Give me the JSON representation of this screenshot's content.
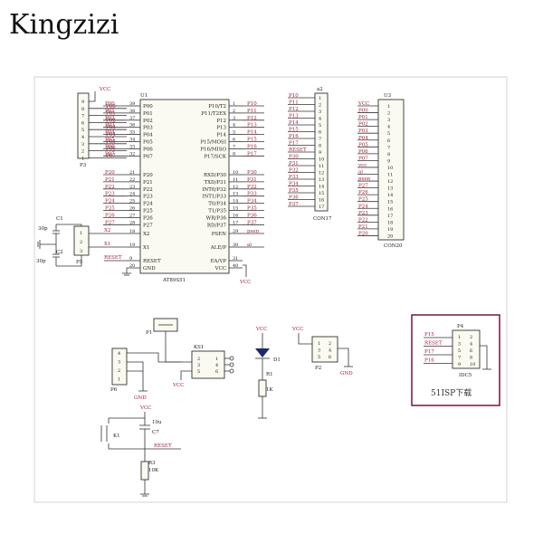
{
  "watermark": "Kingzizi",
  "u1": {
    "ref": "U1",
    "part": "AT89S51",
    "left_pins": [
      {
        "num": "39",
        "name": "P00"
      },
      {
        "num": "38",
        "name": "P01"
      },
      {
        "num": "37",
        "name": "P02"
      },
      {
        "num": "36",
        "name": "P03"
      },
      {
        "num": "35",
        "name": "P04"
      },
      {
        "num": "34",
        "name": "P05"
      },
      {
        "num": "33",
        "name": "P06"
      },
      {
        "num": "32",
        "name": "P07"
      },
      {
        "num": "21",
        "name": "P20"
      },
      {
        "num": "22",
        "name": "P21"
      },
      {
        "num": "23",
        "name": "P22"
      },
      {
        "num": "24",
        "name": "P23"
      },
      {
        "num": "25",
        "name": "P24"
      },
      {
        "num": "26",
        "name": "P25"
      },
      {
        "num": "27",
        "name": "P26"
      },
      {
        "num": "28",
        "name": "P27"
      },
      {
        "num": "18",
        "name": "X2"
      },
      {
        "num": "19",
        "name": "X1"
      },
      {
        "num": "9",
        "name": "RESET"
      },
      {
        "num": "20",
        "name": "GND"
      }
    ],
    "left_nets": [
      "P00",
      "P01",
      "P02",
      "P03",
      "P04",
      "P05",
      "P06",
      "P07",
      "P20",
      "P21",
      "P22",
      "P23",
      "P24",
      "P25",
      "P26",
      "P27",
      "X2",
      "X1",
      "RESET",
      ""
    ],
    "right_pins": [
      {
        "num": "1",
        "name": "P10/T2"
      },
      {
        "num": "2",
        "name": "P11/T2EX"
      },
      {
        "num": "3",
        "name": "P12"
      },
      {
        "num": "4",
        "name": "P13"
      },
      {
        "num": "5",
        "name": "P14"
      },
      {
        "num": "6",
        "name": "P15/MOSI"
      },
      {
        "num": "7",
        "name": "P16/MISO"
      },
      {
        "num": "8",
        "name": "P17/SCK"
      },
      {
        "num": "10",
        "name": "RXD/P30"
      },
      {
        "num": "11",
        "name": "TXD/P31"
      },
      {
        "num": "12",
        "name": "INT0/P32"
      },
      {
        "num": "13",
        "name": "INT1/P33"
      },
      {
        "num": "14",
        "name": "T0/P34"
      },
      {
        "num": "15",
        "name": "T1/P35"
      },
      {
        "num": "16",
        "name": "WR/P36"
      },
      {
        "num": "17",
        "name": "RD/P37"
      },
      {
        "num": "29",
        "name": "PSEN"
      },
      {
        "num": "30",
        "name": "ALE/P"
      },
      {
        "num": "31",
        "name": "EA/VP"
      },
      {
        "num": "40",
        "name": "VCC"
      }
    ],
    "right_nets": [
      "P10",
      "P11",
      "P12",
      "P13",
      "P14",
      "P15",
      "P16",
      "P17",
      "P30",
      "P31",
      "P32",
      "P33",
      "P34",
      "P35",
      "P36",
      "P37",
      "psen",
      "al",
      "",
      ""
    ]
  },
  "p3": {
    "ref": "P3",
    "pins": [
      "9",
      "8",
      "7",
      "6",
      "5",
      "4",
      "3",
      "2",
      "1"
    ],
    "nets": [
      "",
      "P00",
      "P01",
      "P02",
      "P03",
      "P04",
      "P05",
      "P06",
      "P07"
    ],
    "vcc": "VCC"
  },
  "con17": {
    "ref": "CON17",
    "top_label": "a2",
    "nets": [
      "P10",
      "P11",
      "P12",
      "P13",
      "P14",
      "P15",
      "P16",
      "P17",
      "RESET",
      "P30",
      "P31",
      "P32",
      "P33",
      "P34",
      "P35",
      "P36",
      "P37"
    ],
    "pins": [
      "1",
      "2",
      "3",
      "4",
      "5",
      "6",
      "7",
      "8",
      "9",
      "10",
      "11",
      "12",
      "13",
      "14",
      "15",
      "16",
      "17"
    ]
  },
  "con20": {
    "ref": "CON20",
    "top_label": "U3",
    "nets": [
      "VCC",
      "P00",
      "P01",
      "P02",
      "P03",
      "P04",
      "P05",
      "P06",
      "P07",
      "vcc",
      "al",
      "psen",
      "P27",
      "P26",
      "P25",
      "P24",
      "P23",
      "P22",
      "P21",
      "P20"
    ],
    "pins": [
      "1",
      "2",
      "3",
      "4",
      "5",
      "6",
      "7",
      "8",
      "9",
      "10",
      "11",
      "12",
      "13",
      "14",
      "15",
      "16",
      "17",
      "18",
      "19",
      "20"
    ]
  },
  "p5": {
    "ref": "P5",
    "pins": [
      "1",
      "2",
      "3"
    ]
  },
  "crystal": {
    "c1": "C1",
    "c2": "C2",
    "c1_val": "30p",
    "c2_val": "30p",
    "x2": "X2",
    "x1": "X1",
    "reset": "RESET"
  },
  "p1": {
    "ref": "P1"
  },
  "p6": {
    "ref": "P6",
    "pins": [
      "4",
      "3",
      "2",
      "1"
    ],
    "gnd": "GND"
  },
  "ks1": {
    "ref": "KS1",
    "pins_left": [
      "2",
      "3",
      "5"
    ],
    "pins_right": [
      "1",
      "4",
      "6"
    ],
    "vcc": "VCC"
  },
  "d1": {
    "ref": "D1",
    "r": "R1",
    "r_val": "1K",
    "vcc": "VCC"
  },
  "p2": {
    "ref": "P2",
    "pins_left": [
      "1",
      "3",
      "5"
    ],
    "pins_right": [
      "2",
      "4",
      "6"
    ],
    "vcc": "VCC",
    "gnd": "GND"
  },
  "p4": {
    "ref": "P4",
    "part": "IDC5",
    "nets": [
      "P15",
      "RESET",
      "P17",
      "P16"
    ],
    "pins_left": [
      "1",
      "3",
      "5",
      "7",
      "9"
    ],
    "pins_right": [
      "2",
      "4",
      "6",
      "8",
      "10"
    ],
    "caption": "51ISP下载"
  },
  "reset_circuit": {
    "vcc": "VCC",
    "c7": "C7",
    "c7_val": "10u",
    "k1": "K1",
    "r3": "R3",
    "r3_val": "10K",
    "reset": "RESET"
  }
}
